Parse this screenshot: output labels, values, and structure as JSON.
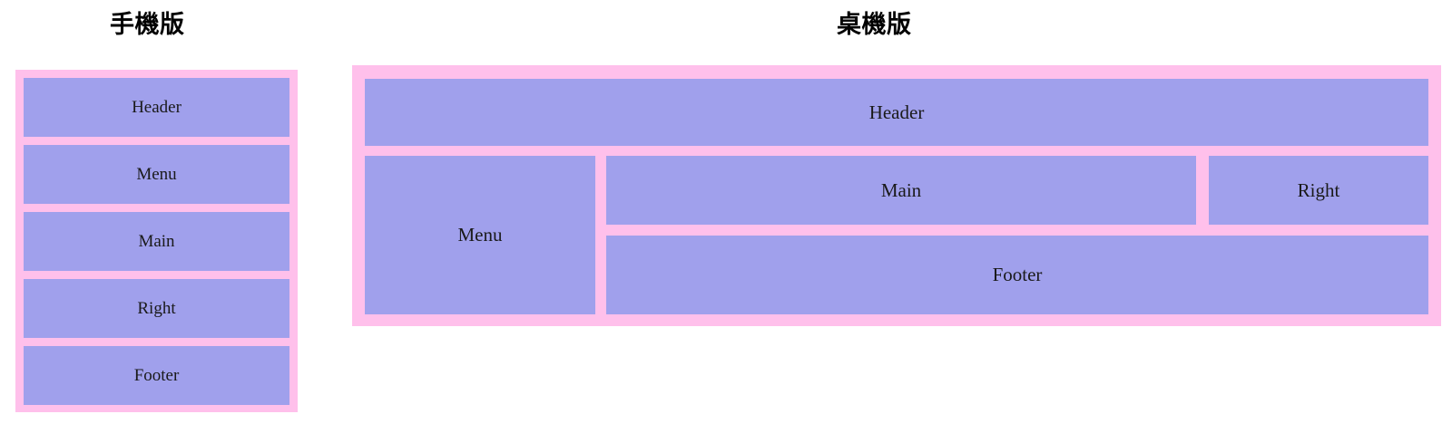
{
  "page": {
    "background_color": "#ffffff",
    "palette": {
      "container_fill": "#ffc0eb",
      "box_fill": "#a0a0ec",
      "text_color": "#1a1a1a",
      "title_color": "#000000"
    }
  },
  "mobile": {
    "title": "手機版",
    "boxes": [
      {
        "label": "Header"
      },
      {
        "label": "Menu"
      },
      {
        "label": "Main"
      },
      {
        "label": "Right"
      },
      {
        "label": "Footer"
      }
    ]
  },
  "desktop": {
    "title": "桌機版",
    "boxes": {
      "header": {
        "label": "Header"
      },
      "menu": {
        "label": "Menu"
      },
      "main": {
        "label": "Main"
      },
      "right": {
        "label": "Right"
      },
      "footer": {
        "label": "Footer"
      }
    }
  }
}
